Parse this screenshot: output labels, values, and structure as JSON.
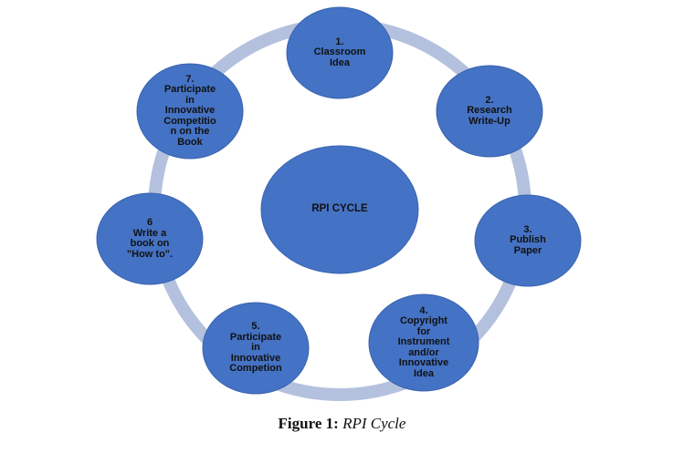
{
  "colors": {
    "node_fill": "#4472c4",
    "node_stroke": "#3a64ae",
    "ring": "#b4c1de",
    "text": "#111111"
  },
  "center": {
    "label": "RPI CYCLE"
  },
  "nodes": [
    {
      "label": "1.\nClassroom\nIdea"
    },
    {
      "label": "2.\nResearch\nWrite-Up"
    },
    {
      "label": "3.\nPublish\nPaper"
    },
    {
      "label": "4.\nCopyright\nfor\nInstrument\nand/or\nInnovative\nIdea"
    },
    {
      "label": "5.\nParticipate\nin\nInnovative\nCompetion"
    },
    {
      "label": "6\nWrite a\nbook on\n\"How to\"."
    },
    {
      "label": "7.\nParticipate\nin\nInnovative\nCompetitio\nn on the\nBook"
    }
  ],
  "caption": {
    "prefix": "Figure 1:",
    "title": "RPI Cycle"
  }
}
